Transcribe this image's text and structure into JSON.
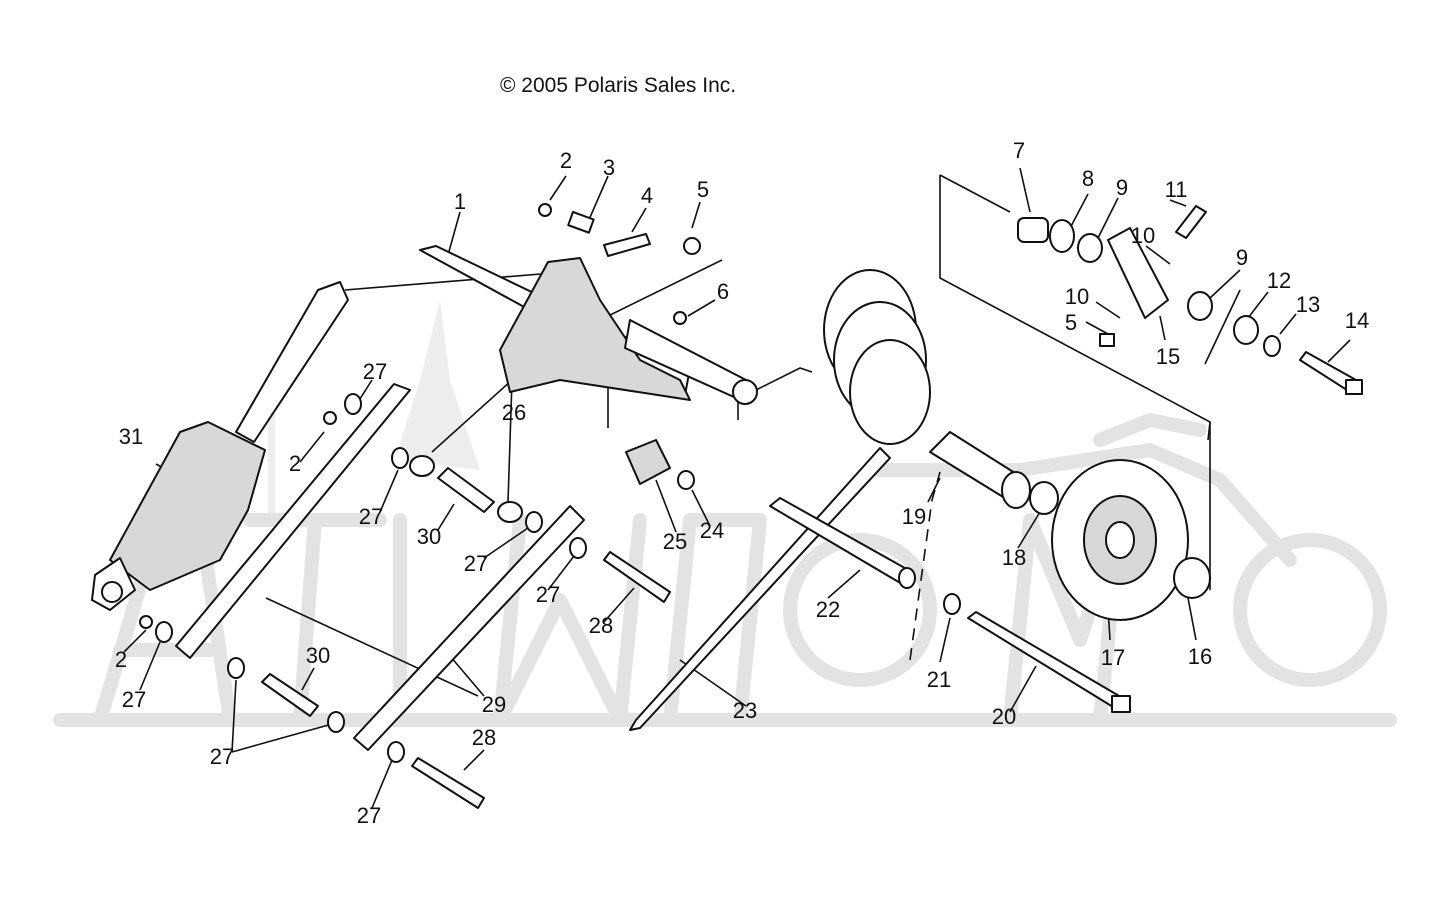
{
  "copyright": "© 2005 Polaris Sales Inc.",
  "callouts": [
    {
      "id": "c1",
      "text": "1"
    },
    {
      "id": "c2a",
      "text": "2"
    },
    {
      "id": "c2b",
      "text": "2"
    },
    {
      "id": "c2c",
      "text": "2"
    },
    {
      "id": "c3",
      "text": "3"
    },
    {
      "id": "c4",
      "text": "4"
    },
    {
      "id": "c5a",
      "text": "5"
    },
    {
      "id": "c5b",
      "text": "5"
    },
    {
      "id": "c6",
      "text": "6"
    },
    {
      "id": "c7",
      "text": "7"
    },
    {
      "id": "c8",
      "text": "8"
    },
    {
      "id": "c9a",
      "text": "9"
    },
    {
      "id": "c9b",
      "text": "9"
    },
    {
      "id": "c10a",
      "text": "10"
    },
    {
      "id": "c10b",
      "text": "10"
    },
    {
      "id": "c11",
      "text": "11"
    },
    {
      "id": "c12",
      "text": "12"
    },
    {
      "id": "c13",
      "text": "13"
    },
    {
      "id": "c14",
      "text": "14"
    },
    {
      "id": "c15",
      "text": "15"
    },
    {
      "id": "c16",
      "text": "16"
    },
    {
      "id": "c17",
      "text": "17"
    },
    {
      "id": "c18",
      "text": "18"
    },
    {
      "id": "c19",
      "text": "19"
    },
    {
      "id": "c20",
      "text": "20"
    },
    {
      "id": "c21",
      "text": "21"
    },
    {
      "id": "c22",
      "text": "22"
    },
    {
      "id": "c23",
      "text": "23"
    },
    {
      "id": "c24",
      "text": "24"
    },
    {
      "id": "c25",
      "text": "25"
    },
    {
      "id": "c26",
      "text": "26"
    },
    {
      "id": "c27a",
      "text": "27"
    },
    {
      "id": "c27b",
      "text": "27"
    },
    {
      "id": "c27c",
      "text": "27"
    },
    {
      "id": "c27d",
      "text": "27"
    },
    {
      "id": "c27e",
      "text": "27"
    },
    {
      "id": "c27f",
      "text": "27"
    },
    {
      "id": "c27g",
      "text": "27"
    },
    {
      "id": "c28a",
      "text": "28"
    },
    {
      "id": "c28b",
      "text": "28"
    },
    {
      "id": "c29",
      "text": "29"
    },
    {
      "id": "c30a",
      "text": "30"
    },
    {
      "id": "c30b",
      "text": "30"
    },
    {
      "id": "c31",
      "text": "31"
    }
  ]
}
